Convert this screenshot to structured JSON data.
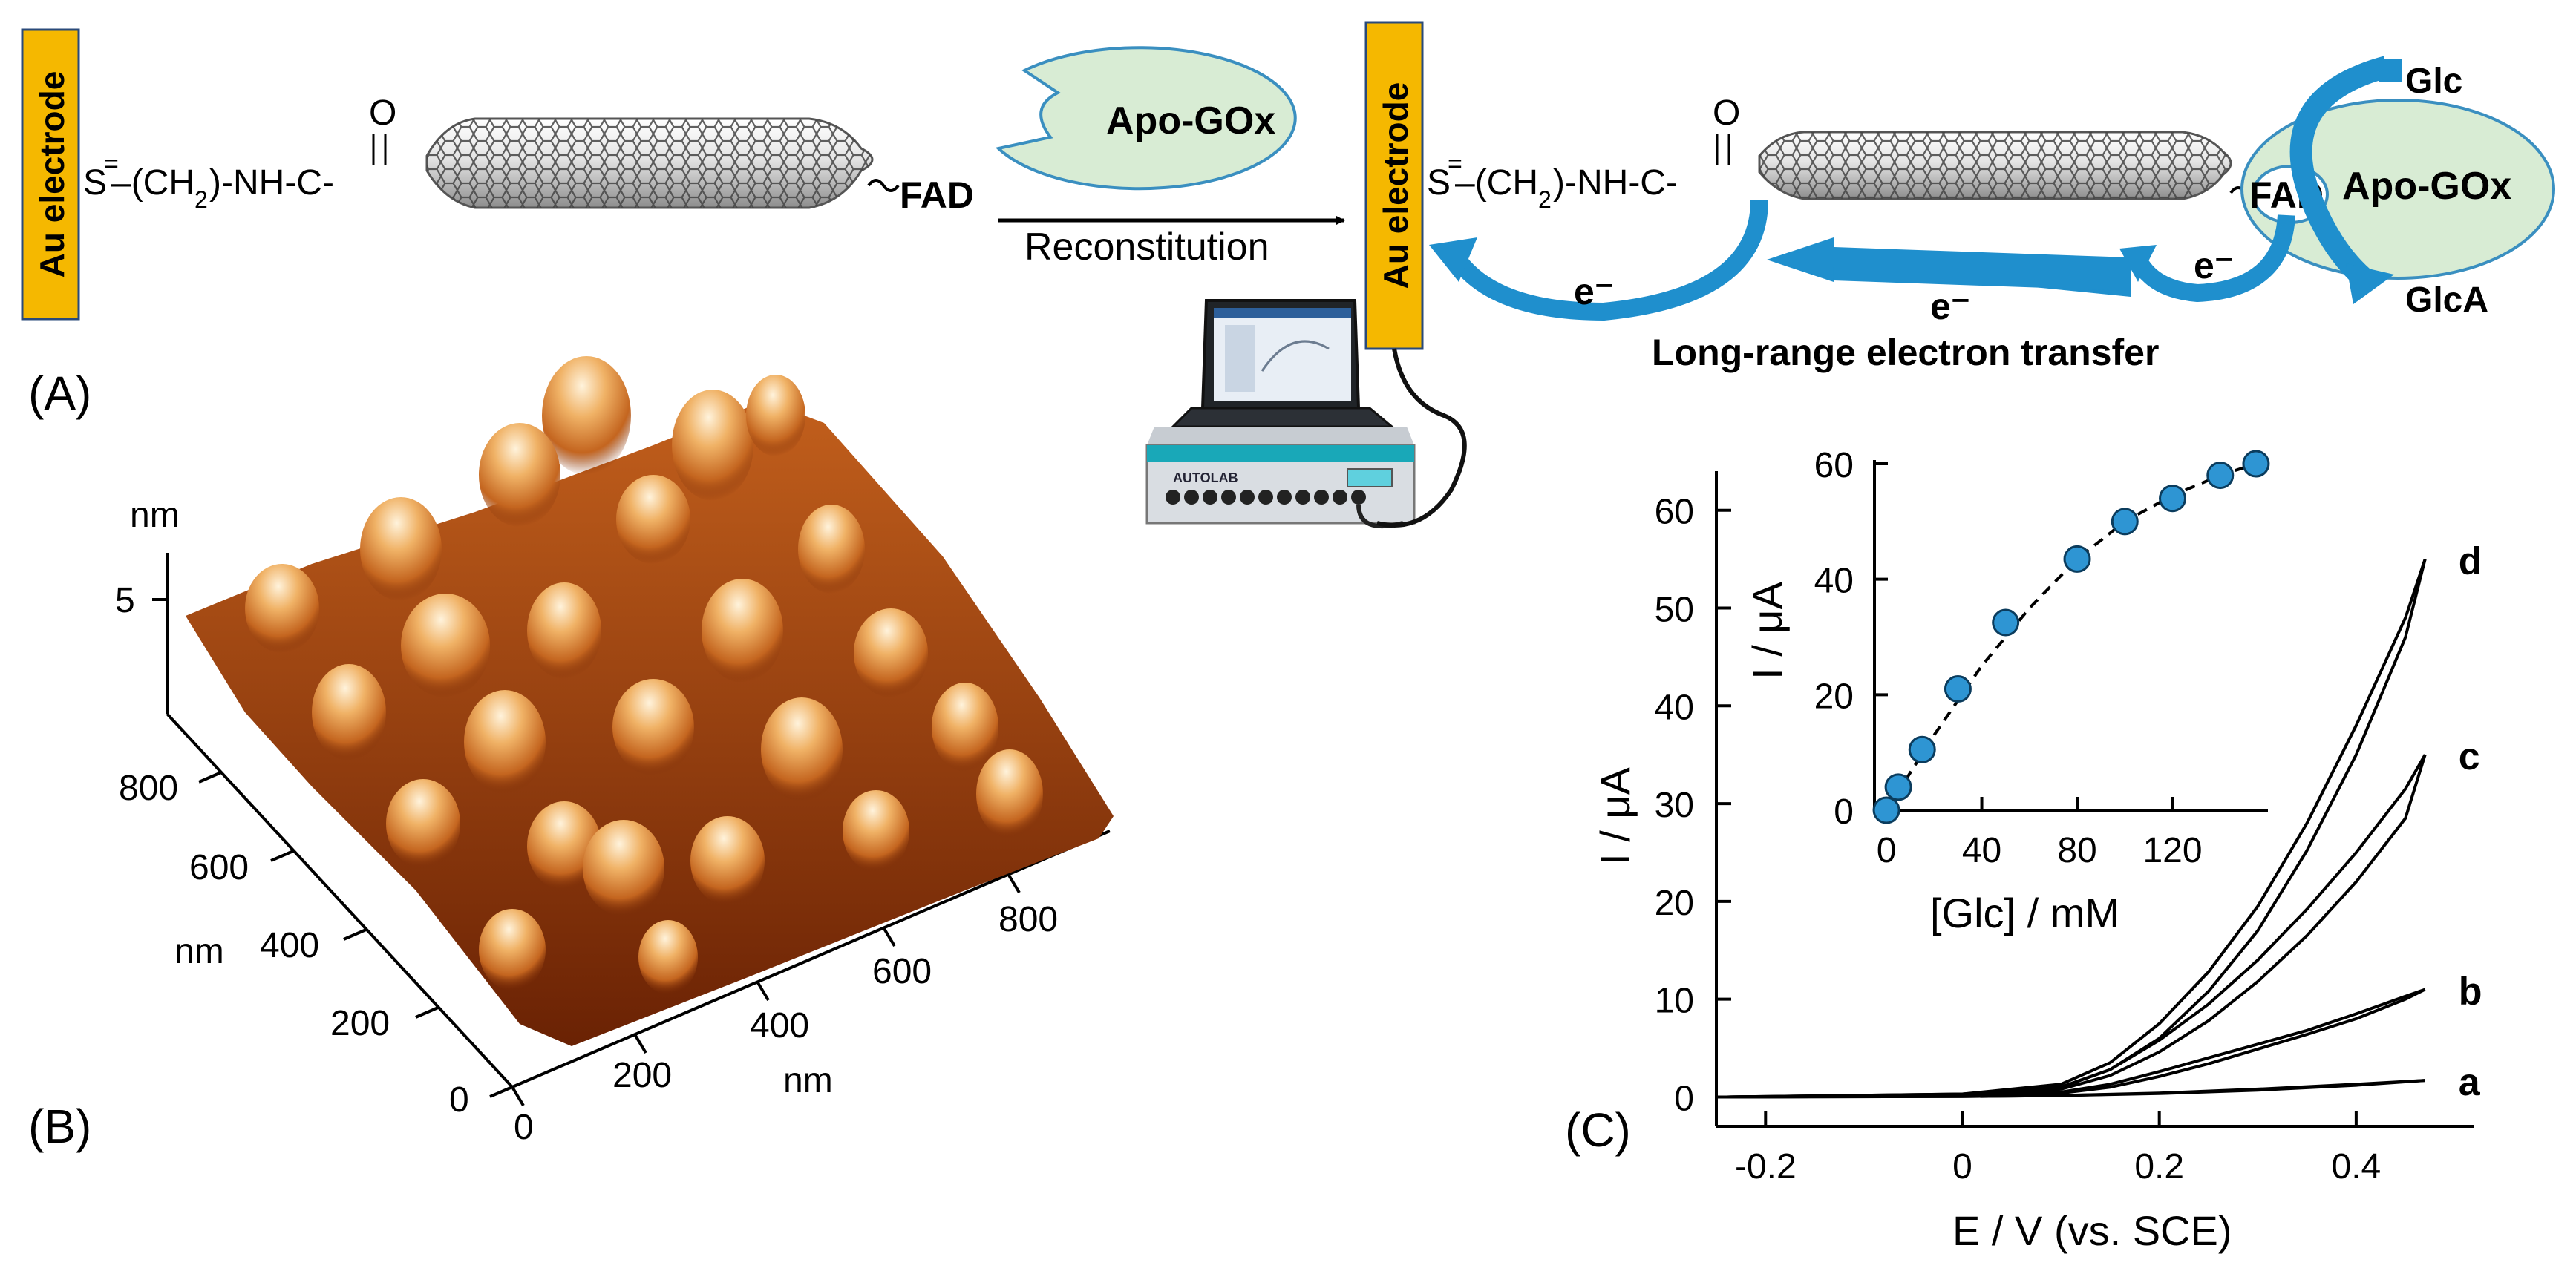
{
  "panel_a": {
    "label": "(A)",
    "electrode_label": "Au electrode",
    "electrode_label_2": "Au electrode",
    "linker_s": "S",
    "linker_s_2": "S",
    "linker_ch2": "–(CH",
    "linker_ch2_2": "–(CH",
    "sub_2": "2",
    "sub_2b": "2",
    "linker_nh": ")",
    "linker_nh_2": ")",
    "linker_rest": "-NH-C-",
    "linker_rest_2": "-NH-C-",
    "carbonyl_o": "O",
    "carbonyl_o_2": "O",
    "fad_label": "FAD",
    "fad_label_2": "FAD",
    "apo_gox_label": "Apo-GOx",
    "apo_gox_label_2": "Apo-GOx",
    "reconstitution_label": "Reconstitution",
    "electron_label_1": "e⁻",
    "electron_label_2": "e⁻",
    "electron_label_3": "e⁻",
    "glc_label": "Glc",
    "glca_label": "GlcA",
    "long_range_label": "Long-range electron transfer",
    "instrument_label": "AUTOLAB",
    "colors": {
      "electrode": "#f5b800",
      "arrow_blue": "#1f8fcd",
      "enzyme_fill": "#d8ecd4",
      "enzyme_stroke": "#3a8fc0"
    }
  },
  "panel_b": {
    "label": "(B)",
    "z_unit": "nm",
    "z_tick": "5",
    "y_ticks": [
      "0",
      "200",
      "400",
      "600",
      "800"
    ],
    "x_ticks": [
      "0",
      "200",
      "400",
      "600",
      "800"
    ],
    "y_unit": "nm",
    "x_unit": "nm",
    "colors": {
      "surface_dark": "#6b2205",
      "surface_mid": "#c8661f",
      "surface_light": "#fbe6c6"
    }
  },
  "panel_c": {
    "label": "(C)",
    "xlabel": "E / V (vs. SCE)",
    "ylabel": "I / μA",
    "inset_xlabel": "[Glc] / mM",
    "inset_ylabel": "I / μA"
  },
  "chart_data": [
    {
      "type": "line",
      "xlabel": "E / V (vs. SCE)",
      "ylabel": "I / μA",
      "xlim": [
        -0.25,
        0.52
      ],
      "ylim": [
        -3,
        64
      ],
      "x_ticks": [
        -0.2,
        0,
        0.2,
        0.4
      ],
      "x_tick_labels": [
        "-0.2",
        "0",
        "0.2",
        "0.4"
      ],
      "y_ticks": [
        0,
        10,
        20,
        30,
        40,
        50,
        60
      ],
      "y_tick_labels": [
        "0",
        "10",
        "20",
        "30",
        "40",
        "50",
        "60"
      ],
      "series": [
        {
          "name": "a",
          "x": [
            -0.24,
            0.0,
            0.1,
            0.2,
            0.3,
            0.4,
            0.47
          ],
          "forward": [
            0,
            0.05,
            0.15,
            0.4,
            0.8,
            1.3,
            1.7
          ],
          "reverse": [
            0,
            0.05,
            0.15,
            0.35,
            0.7,
            1.2,
            1.7
          ]
        },
        {
          "name": "b",
          "x": [
            -0.24,
            0.0,
            0.1,
            0.15,
            0.2,
            0.25,
            0.3,
            0.35,
            0.4,
            0.45,
            0.47
          ],
          "forward": [
            0,
            0.1,
            0.5,
            1.3,
            2.6,
            4.0,
            5.4,
            6.8,
            8.5,
            10.3,
            11.0
          ],
          "reverse": [
            0,
            0.1,
            0.4,
            1.0,
            2.1,
            3.4,
            4.9,
            6.4,
            8.0,
            10.0,
            11.0
          ]
        },
        {
          "name": "c",
          "x": [
            -0.24,
            0.0,
            0.1,
            0.15,
            0.2,
            0.25,
            0.3,
            0.35,
            0.4,
            0.45,
            0.47
          ],
          "forward": [
            0,
            0.2,
            1.0,
            2.8,
            5.8,
            9.5,
            14.0,
            19.2,
            25.0,
            31.5,
            35.0
          ],
          "reverse": [
            0,
            0.2,
            0.8,
            2.2,
            4.6,
            7.8,
            11.8,
            16.5,
            22.0,
            28.5,
            35.0
          ]
        },
        {
          "name": "d",
          "x": [
            -0.24,
            0.0,
            0.1,
            0.15,
            0.2,
            0.25,
            0.3,
            0.35,
            0.4,
            0.45,
            0.47
          ],
          "forward": [
            0,
            0.3,
            1.3,
            3.5,
            7.5,
            12.8,
            19.5,
            28.0,
            38.0,
            49.0,
            55.0
          ],
          "reverse": [
            0,
            0.3,
            1.0,
            2.8,
            6.0,
            10.8,
            17.0,
            25.2,
            35.0,
            47.0,
            55.0
          ]
        }
      ]
    },
    {
      "type": "scatter",
      "xlabel": "[Glc] / mM",
      "ylabel": "I / μA",
      "xlim": [
        -5,
        160
      ],
      "ylim": [
        0,
        60
      ],
      "x_ticks": [
        0,
        40,
        80,
        120
      ],
      "x_tick_labels": [
        "0",
        "40",
        "80",
        "120"
      ],
      "y_ticks": [
        0,
        20,
        40,
        60
      ],
      "y_tick_labels": [
        "0",
        "20",
        "40",
        "60"
      ],
      "points": {
        "x": [
          0,
          5,
          15,
          30,
          50,
          80,
          100,
          120,
          140,
          155
        ],
        "y": [
          0,
          4,
          10.5,
          21,
          32.5,
          43.5,
          50,
          54,
          58,
          60
        ]
      },
      "fit_curve": {
        "x": [
          0,
          20,
          40,
          60,
          80,
          100,
          120,
          140,
          155
        ],
        "y": [
          0,
          13,
          25,
          35,
          43.5,
          50,
          54.5,
          58,
          60
        ]
      },
      "marker_color": "#2e95d3"
    }
  ]
}
